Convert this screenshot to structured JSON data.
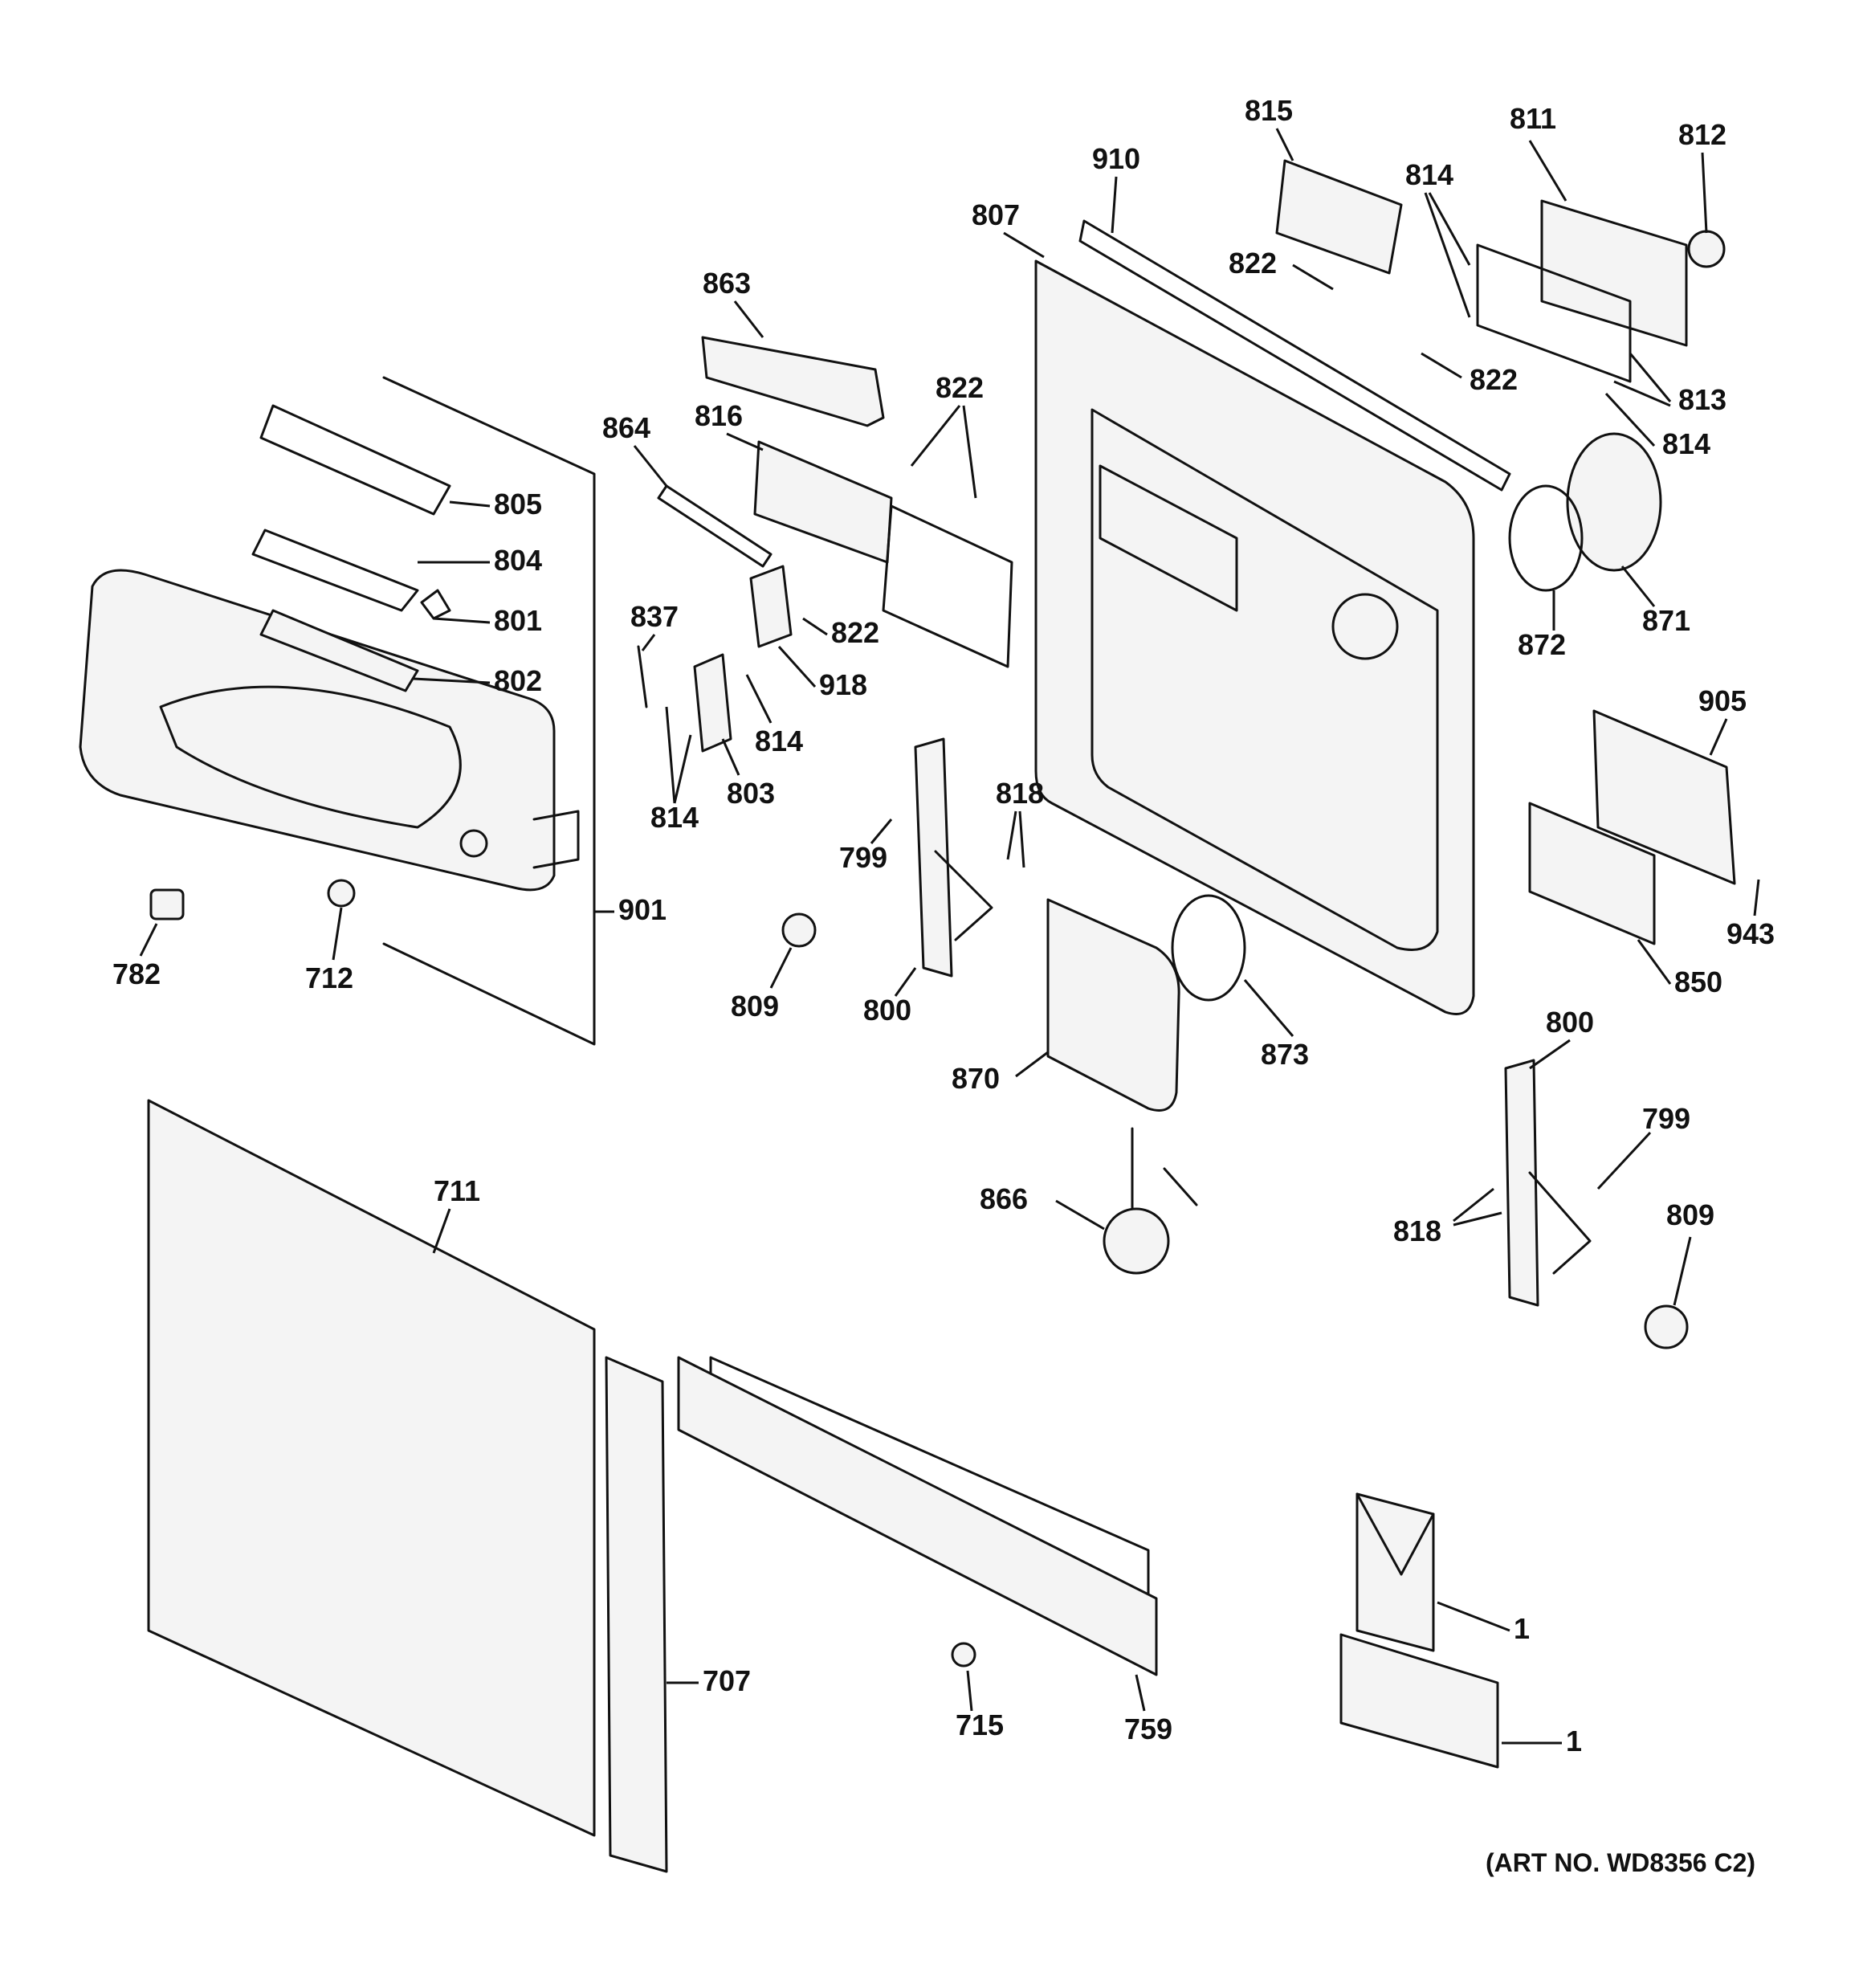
{
  "callouts": {
    "c815": "815",
    "c811": "811",
    "c812": "812",
    "c910": "910",
    "c807": "807",
    "c814a": "814",
    "c822a": "822",
    "c822b": "822",
    "c813": "813",
    "c814b": "814",
    "c863": "863",
    "c822c": "822",
    "c864": "864",
    "c816": "816",
    "c805": "805",
    "c804": "804",
    "c801": "801",
    "c802": "802",
    "c837": "837",
    "c918": "918",
    "c822d": "822",
    "c814c": "814",
    "c803": "803",
    "c814d": "814",
    "c872": "872",
    "c871": "871",
    "c905": "905",
    "c818a": "818",
    "c799a": "799",
    "c943": "943",
    "c850": "850",
    "c782": "782",
    "c712": "712",
    "c901": "901",
    "c809a": "809",
    "c800a": "800",
    "c873": "873",
    "c870": "870",
    "c800b": "800",
    "c799b": "799",
    "c866": "866",
    "c818b": "818",
    "c809b": "809",
    "c711": "711",
    "c1a": "1",
    "c707": "707",
    "c715": "715",
    "c759": "759",
    "c1b": "1"
  },
  "art_number": "(ART NO. WD8356 C2)"
}
